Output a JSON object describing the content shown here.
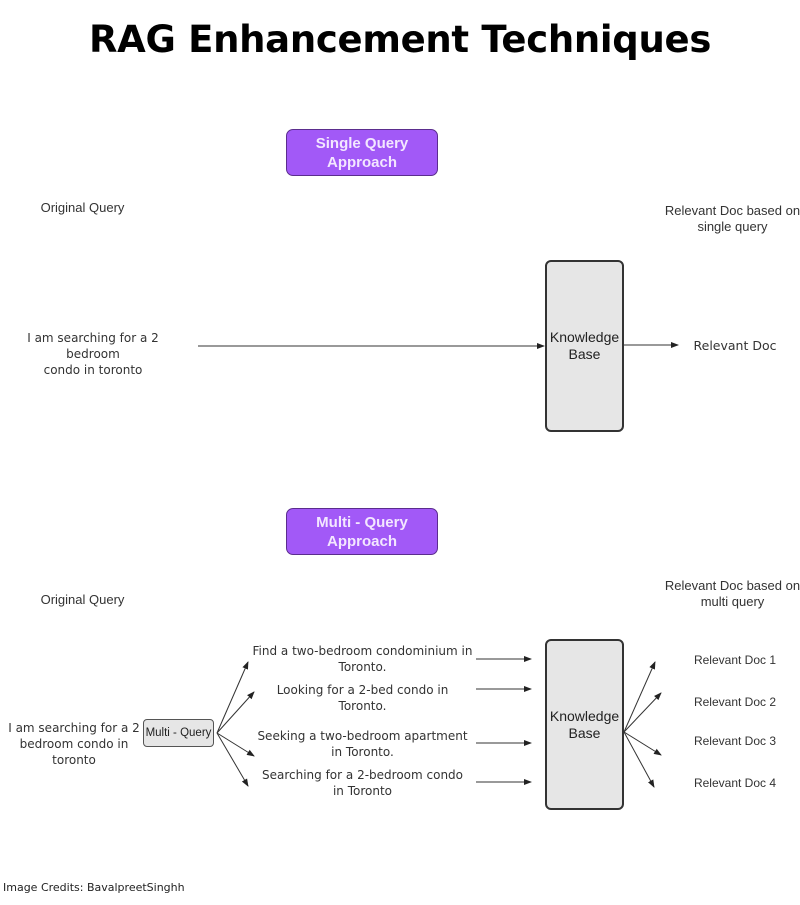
{
  "title": "RAG Enhancement Techniques",
  "single": {
    "heading": "Single Query Approach",
    "heading_lines": [
      "Single Query",
      "Approach"
    ],
    "original_query_label": "Original Query",
    "query_text": "I am searching for a 2 bedroom condo in toronto",
    "query_lines": [
      "I am searching for a 2 bedroom",
      "condo in toronto"
    ],
    "knowledge_base_lines": [
      "Knowledge",
      "Base"
    ],
    "result_header_lines": [
      "Relevant Doc based on",
      "single query"
    ],
    "result": "Relevant Doc"
  },
  "multi": {
    "heading": "Multi - Query Approach",
    "heading_lines": [
      "Multi - Query",
      "Approach"
    ],
    "original_query_label": "Original Query",
    "query_lines": [
      "I am searching for a 2",
      "bedroom condo in",
      "toronto"
    ],
    "generator_label": "Multi - Query",
    "generated_queries": [
      {
        "lines": [
          "Find a two-bedroom condominium in",
          "Toronto."
        ]
      },
      {
        "lines": [
          "Looking for a 2-bed condo in",
          "Toronto."
        ]
      },
      {
        "lines": [
          "Seeking a two-bedroom apartment",
          "in Toronto."
        ]
      },
      {
        "lines": [
          "Searching for a 2-bedroom condo",
          "in Toronto"
        ]
      }
    ],
    "knowledge_base_lines": [
      "Knowledge",
      "Base"
    ],
    "result_header_lines": [
      "Relevant Doc based on",
      "multi query"
    ],
    "results": [
      "Relevant Doc 1",
      "Relevant Doc 2",
      "Relevant Doc 3",
      "Relevant Doc 4"
    ]
  },
  "credits": "Image Credits: BavalpreetSinghh"
}
